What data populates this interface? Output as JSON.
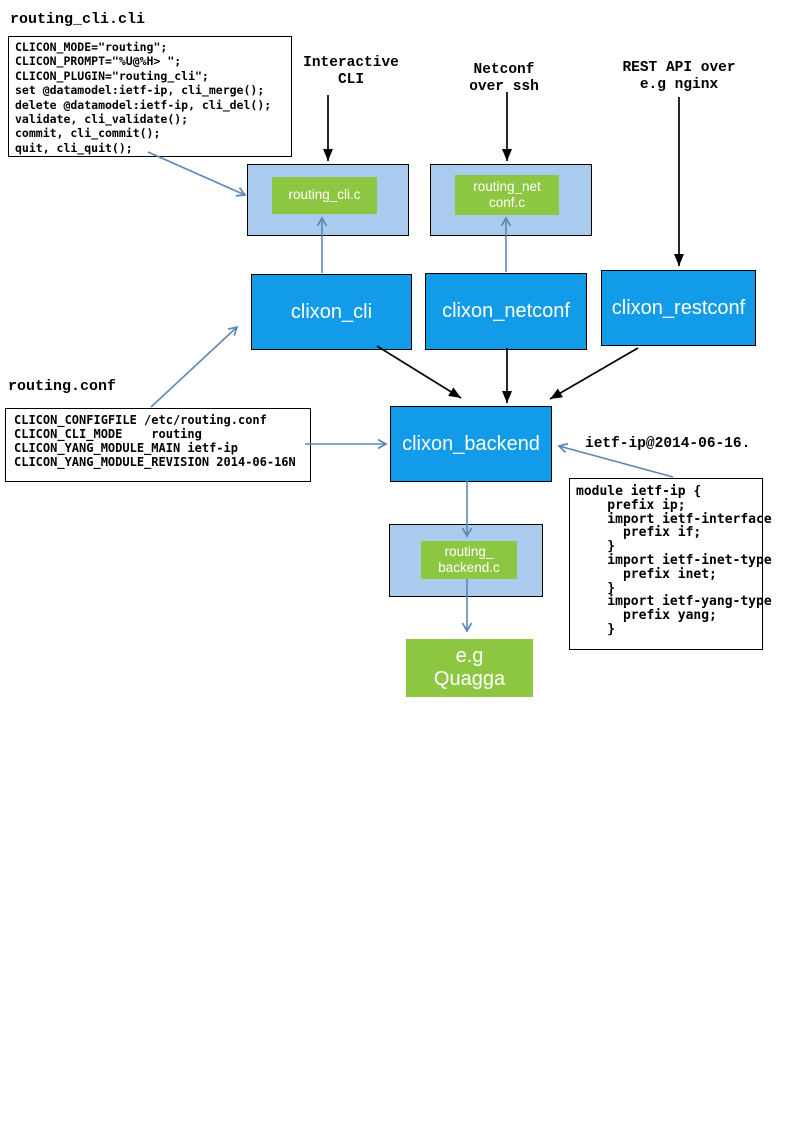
{
  "colors": {
    "module_blue": "#129BE8",
    "plugin_light_blue": "#A9CCEE",
    "plugin_green": "#8DC741",
    "blue_arrow": "#5B87B7",
    "black_arrow": "#000000"
  },
  "cli_file": {
    "title": "routing_cli.cli",
    "code": [
      "CLICON_MODE=\"routing\";",
      "CLICON_PROMPT=\"%U@%H> \";",
      "CLICON_PLUGIN=\"routing_cli\";",
      "set @datamodel:ietf-ip, cli_merge();",
      "delete @datamodel:ietf-ip, cli_del();",
      "validate, cli_validate();",
      "commit, cli_commit();",
      "quit, cli_quit();"
    ]
  },
  "conf_file": {
    "title": "routing.conf",
    "code": [
      "CLICON_CONFIGFILE /etc/routing.conf",
      "CLICON_CLI_MODE    routing",
      "CLICON_YANG_MODULE_MAIN ietf-ip",
      "CLICON_YANG_MODULE_REVISION 2014-06-16N"
    ]
  },
  "yang_file": {
    "label": "ietf-ip@2014-06-16.",
    "code": [
      "module ietf-ip {",
      "    prefix ip;",
      "    import ietf-interface",
      "      prefix if;",
      "    }",
      "    import ietf-inet-type",
      "      prefix inet;",
      "    }",
      "    import ietf-yang-type",
      "      prefix yang;",
      "    }"
    ]
  },
  "frontends": {
    "interactive": [
      "Interactive",
      "CLI"
    ],
    "netconf": [
      "Netconf",
      "over ssh"
    ],
    "rest": [
      "REST API over",
      "e.g nginx"
    ]
  },
  "modules": {
    "clixon_cli": "clixon_cli",
    "clixon_netconf": "clixon_netconf",
    "clixon_restconf": "clixon_restconf",
    "clixon_backend": "clixon_backend"
  },
  "plugins": {
    "routing_cli_c": "routing_cli.c",
    "routing_netconf_c": [
      "routing_net",
      "conf.c"
    ],
    "routing_backend_c": [
      "routing_",
      "backend.c"
    ]
  },
  "target": {
    "quagga": [
      "e.g",
      "Quagga"
    ]
  }
}
